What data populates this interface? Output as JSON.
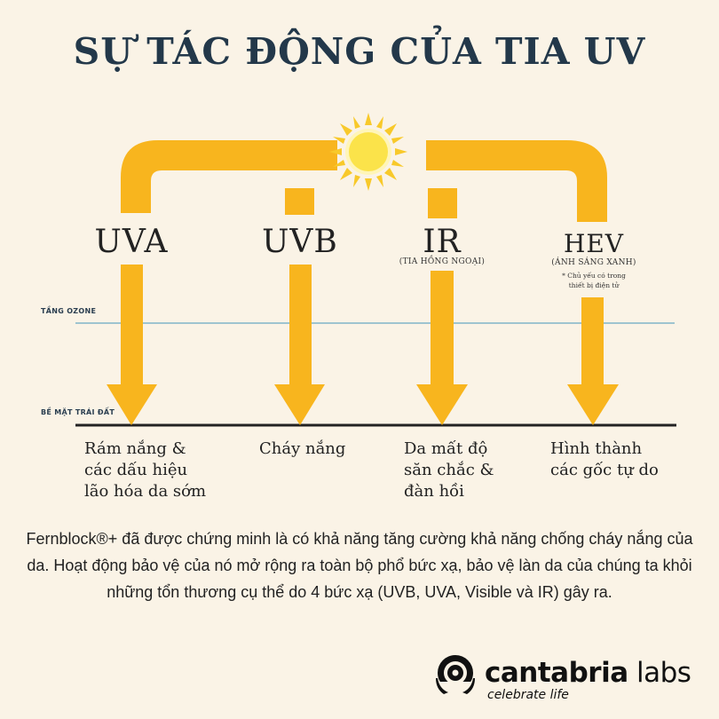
{
  "title": "SỰ TÁC ĐỘNG CỦA TIA UV",
  "colors": {
    "arrow": "#f8b51e",
    "title": "#23384a",
    "background": "#faf3e6",
    "ozone_line": "#7fb5c9",
    "surface_line": "#222222"
  },
  "layers": {
    "ozone": "TẦNG OZONE",
    "surface": "BỀ MẶT TRÁI ĐẤT"
  },
  "rays": [
    {
      "label": "UVA",
      "sublabel": "",
      "note": "",
      "effect": [
        "Rám nắng &",
        "các dấu hiệu",
        "lão hóa da sớm"
      ]
    },
    {
      "label": "UVB",
      "sublabel": "",
      "note": "",
      "effect": [
        "Cháy nắng"
      ]
    },
    {
      "label": "IR",
      "sublabel": "(TIA HỒNG NGOẠI)",
      "note": "",
      "effect": [
        "Da mất độ",
        "săn chắc &",
        "đàn hồi"
      ]
    },
    {
      "label": "HEV",
      "sublabel": "(ÁNH SÁNG XANH)",
      "note": "* Chủ yếu có trong thiết bị điện tử",
      "note_lines": [
        "* Chủ yếu có trong",
        "thiết bị điện tử"
      ],
      "effect": [
        "Hình thành",
        "các gốc tự do"
      ]
    }
  ],
  "description": "Fernblock®+ đã được chứng minh là có khả năng tăng cường khả năng chống cháy nắng của da. Hoạt động bảo vệ của nó mở rộng ra toàn bộ phổ bức xạ, bảo vệ làn da của chúng ta khỏi những tổn thương cụ thể do 4 bức xạ (UVB, UVA, Visible và IR) gây ra.",
  "logo": {
    "brand_bold": "cantabria",
    "brand_light": " labs",
    "tagline": "celebrate life",
    "icon": "cantabria-eye-icon"
  }
}
